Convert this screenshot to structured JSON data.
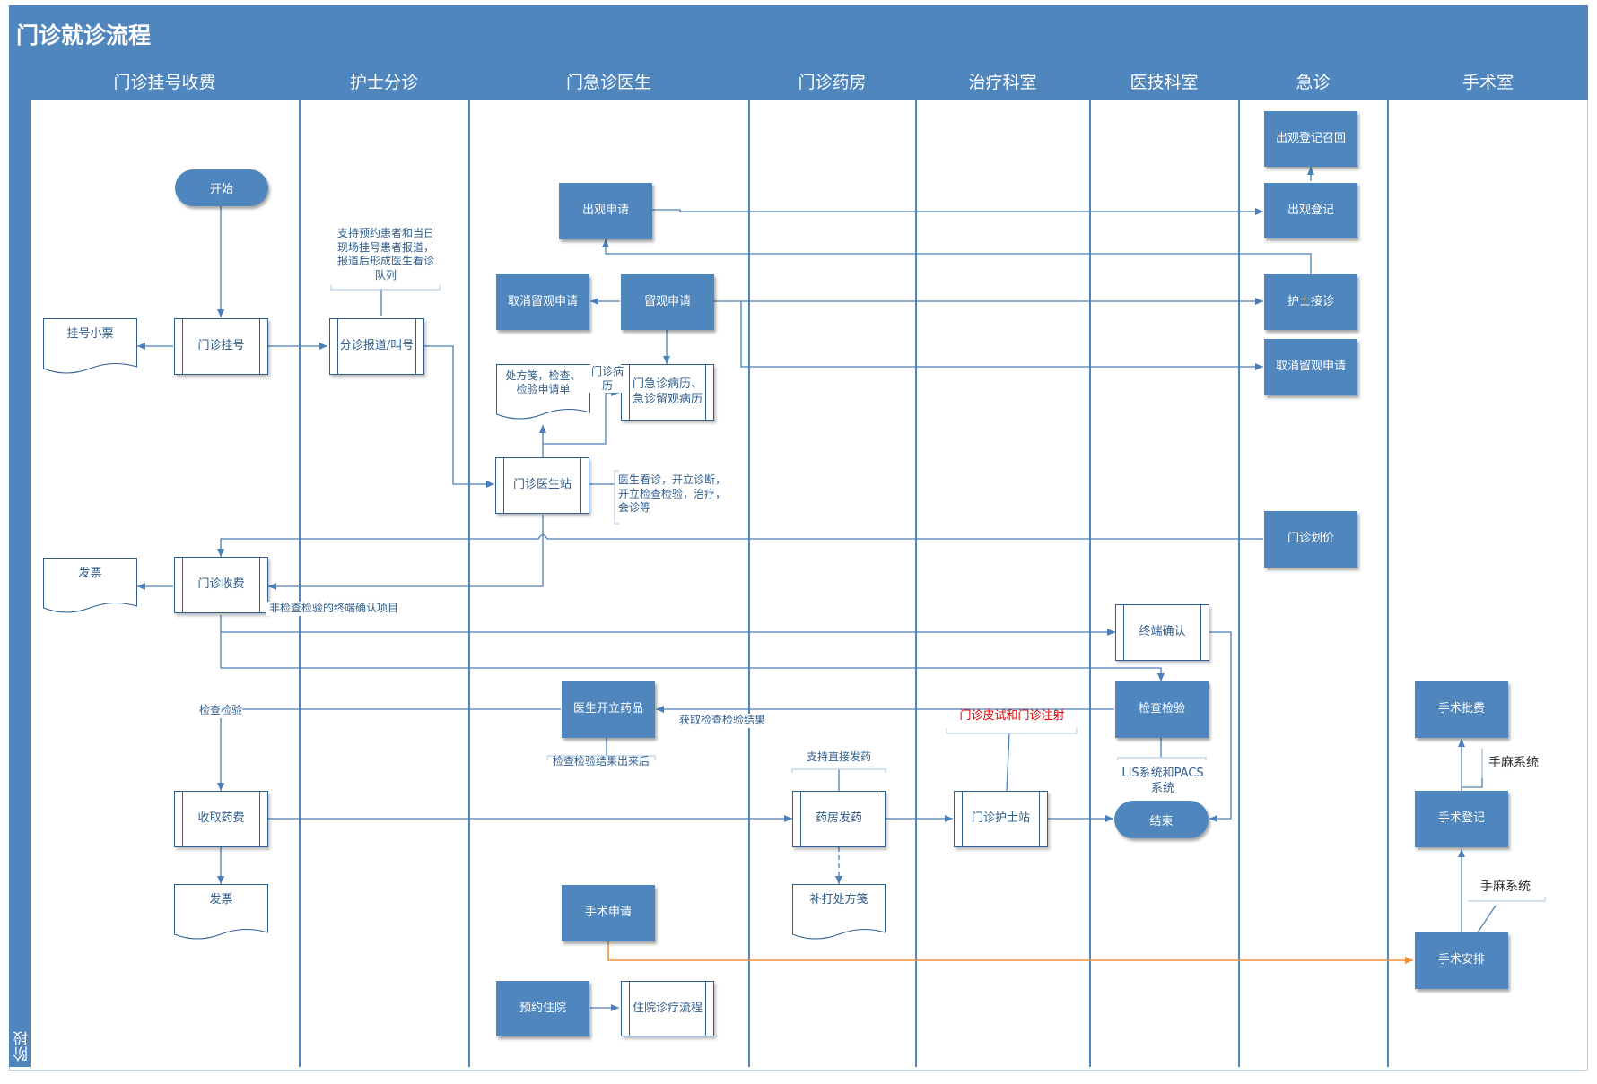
{
  "title": "门诊就诊流程",
  "stage_label": "阶段",
  "lanes": [
    "门诊挂号收费",
    "护士分诊",
    "门急诊医生",
    "门诊药房",
    "治疗科室",
    "医技科室",
    "急诊",
    "手术室"
  ],
  "nodes": {
    "start": "开始",
    "end": "结束",
    "register": "门诊挂号",
    "register_ticket": "挂号小票",
    "triage_checkin": "分诊报道/叫号",
    "triage_note": "支持预约患者和当日现场挂号患者报道，报道后形成医生看诊队列",
    "doctor_station": "门诊医生站",
    "doctor_note": "医生看诊，开立诊断，开立检查检验，治疗，会诊等",
    "prescription_doc": "处方笺，检查、检验申请单",
    "outpatient_record_label": "门诊病历",
    "emergency_record": "门急诊病历、急诊留观病历",
    "observation_exit_request": "出观申请",
    "cancel_observation_doctor": "取消留观申请",
    "observation_request": "留观申请",
    "payment": "门诊收费",
    "invoice_1": "发票",
    "non_exam_confirm_label": "非检查检验的终端确认项目",
    "exam_label": "检查检验",
    "collect_drug_fee": "收取药费",
    "invoice_2": "发票",
    "doctor_prescribe": "医生开立药品",
    "exam_result_note": "检查检验结果出来后",
    "get_result_label": "获取检查检验结果",
    "pharmacy_dispense": "药房发药",
    "direct_dispense_note": "支持直接发药",
    "reprint_prescription": "补打处方笺",
    "nurse_station": "门诊护士站",
    "skin_test_note": "门诊皮试和门诊注射",
    "terminal_confirm": "终端确认",
    "exam": "检查检验",
    "lis_pacs_note": "LIS系统和PACS系统",
    "observation_exit_register": "出观登记",
    "observation_exit_recall": "出观登记召回",
    "nurse_reception": "护士接诊",
    "cancel_observation_er": "取消留观申请",
    "outpatient_pricing": "门诊划价",
    "surgery_request": "手术申请",
    "reserve_admission": "预约住院",
    "inpatient_process": "住院诊疗流程",
    "surgery_schedule": "手术安排",
    "surgery_register": "手术登记",
    "surgery_billing": "手术批费",
    "anesthesia_system_1": "手麻系统",
    "anesthesia_system_2": "手麻系统"
  },
  "colors": {
    "lane_blue": "#4f86bd",
    "edge_blue": "#4a7fb8",
    "surgery_edge_orange": "#f28f3b",
    "skin_test_red": "#e00000"
  }
}
